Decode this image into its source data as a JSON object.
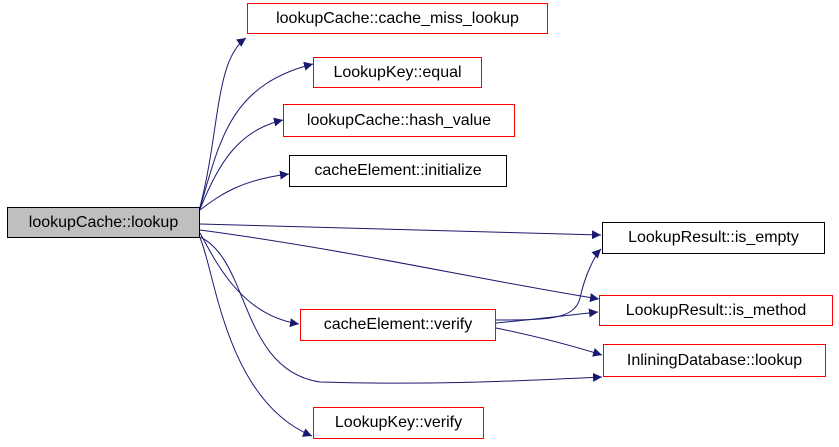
{
  "colors": {
    "edge": "#191970",
    "linked_border": "#ff0000",
    "plain_border": "#000000",
    "root_fill": "#bfbfbf"
  },
  "nodes": {
    "root": "lookupCache::lookup",
    "cache_miss_lookup": "lookupCache::cache_miss_lookup",
    "key_equal": "LookupKey::equal",
    "hash_value": "lookupCache::hash_value",
    "initialize": "cacheElement::initialize",
    "is_empty": "LookupResult::is_empty",
    "is_method": "LookupResult::is_method",
    "element_verify": "cacheElement::verify",
    "inlining_lookup": "InliningDatabase::lookup",
    "key_verify": "LookupKey::verify"
  },
  "edges": [
    [
      "root",
      "cache_miss_lookup"
    ],
    [
      "root",
      "key_equal"
    ],
    [
      "root",
      "hash_value"
    ],
    [
      "root",
      "initialize"
    ],
    [
      "root",
      "is_empty"
    ],
    [
      "root",
      "is_method"
    ],
    [
      "root",
      "element_verify"
    ],
    [
      "root",
      "inlining_lookup"
    ],
    [
      "root",
      "key_verify"
    ],
    [
      "element_verify",
      "is_empty"
    ],
    [
      "element_verify",
      "is_method"
    ],
    [
      "element_verify",
      "inlining_lookup"
    ]
  ]
}
